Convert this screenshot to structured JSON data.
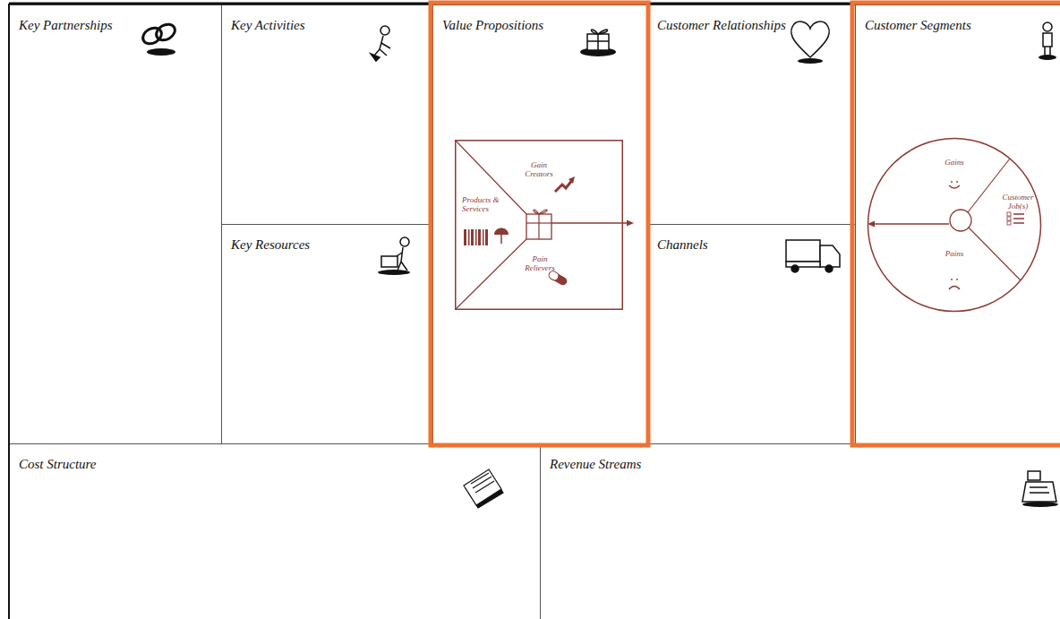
{
  "diagram": {
    "nodes": [
      {
        "text": [
          "Key Partnerships"
        ]
      },
      {
        "text": [
          "Key Activities"
        ]
      },
      {
        "text": [
          "Value Propositions"
        ]
      },
      {
        "text": [
          "Gain Creators",
          "Products & Services",
          "Pain Relievers"
        ],
        "in": 2
      },
      {
        "text": [
          "Customer Relationships"
        ]
      },
      {
        "text": [
          "Customer Segments"
        ]
      },
      {
        "text": [
          "Gains",
          "Customer Job(s)",
          "Pains"
        ],
        "in": 5
      },
      {
        "text": [
          "Key Resources"
        ]
      },
      {
        "text": [
          "Channels"
        ]
      },
      {
        "text": [
          "Cost Structure"
        ]
      },
      {
        "text": [
          "Revenue Streams"
        ]
      }
    ]
  }
}
